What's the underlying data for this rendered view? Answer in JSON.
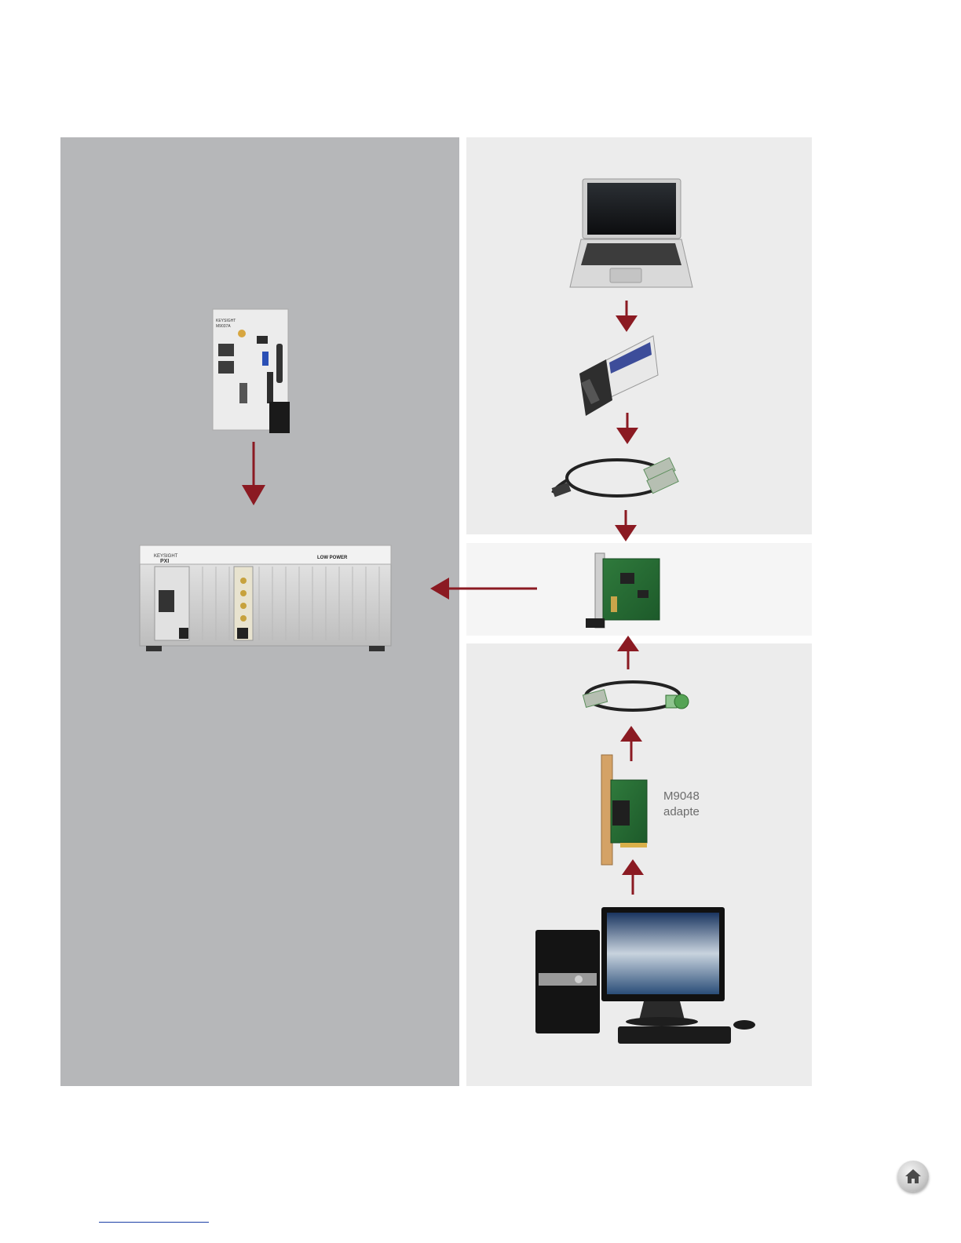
{
  "panels": {
    "adapter_label_line1": "M9048",
    "adapter_label_line2": "adapte"
  },
  "colors": {
    "arrow": "#8b1a22",
    "left_panel": "#b6b7b9",
    "right_panel": "#ececec"
  },
  "icons": [
    "laptop-icon",
    "expresscard-icon",
    "cable-icon",
    "pxie-interface-module-icon",
    "pcie-adapter-icon",
    "desktop-pc-icon",
    "embedded-controller-icon",
    "pxi-chassis-icon",
    "home-icon"
  ],
  "chassis": {
    "brand": "KEYSIGHT",
    "badge": "PXI",
    "power_label": "LOW POWER"
  },
  "controller": {
    "brand": "KEYSIGHT",
    "model": "M9037A"
  }
}
